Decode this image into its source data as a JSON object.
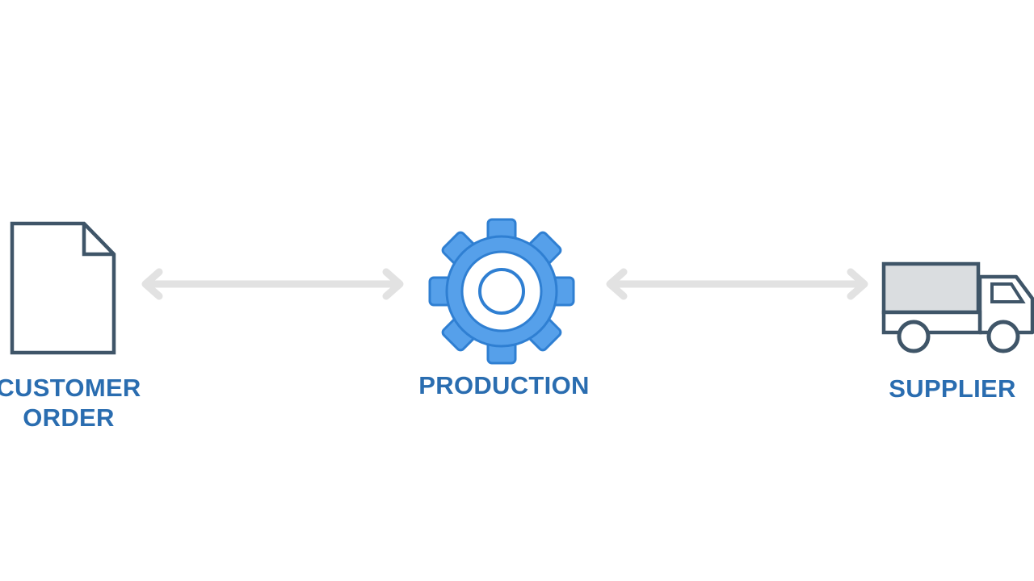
{
  "colors": {
    "label_text": "#2a6db0",
    "icon_outline": "#3f5568",
    "gear_fill": "#56a0ea",
    "gear_stroke": "#2f7fd2",
    "arrow": "#e2e2e2",
    "truck_fill": "#dadde0",
    "background": "#ffffff"
  },
  "nodes": [
    {
      "id": "customer-order",
      "icon": "document-icon",
      "label_lines": [
        "CUSTOMER",
        "ORDER"
      ]
    },
    {
      "id": "production",
      "icon": "gear-icon",
      "label_lines": [
        "PRODUCTION"
      ]
    },
    {
      "id": "supplier",
      "icon": "truck-icon",
      "label_lines": [
        "SUPPLIER"
      ]
    }
  ],
  "connections": [
    {
      "from": "customer-order",
      "to": "production",
      "direction": "bidirectional"
    },
    {
      "from": "production",
      "to": "supplier",
      "direction": "bidirectional"
    }
  ]
}
